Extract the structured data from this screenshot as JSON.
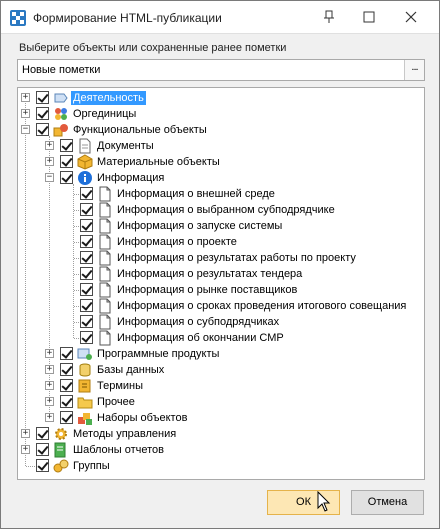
{
  "window": {
    "title": "Формирование HTML-публикации",
    "icons": [
      "app-icon",
      "pin-icon",
      "maximize-icon",
      "close-icon"
    ]
  },
  "prompt": "Выберите объекты или сохраненные ранее пометки",
  "marks_combo": {
    "value": "Новые пометки",
    "button_label": "..."
  },
  "tree": {
    "items": [
      {
        "label": "Деятельность",
        "icon": "activity-icon",
        "level": 0,
        "expander": "+",
        "checked": true,
        "selected": true
      },
      {
        "label": "Оргединицы",
        "icon": "org-units-icon",
        "level": 0,
        "expander": "+",
        "checked": true
      },
      {
        "label": "Функциональные объекты",
        "icon": "functional-objects-icon",
        "level": 0,
        "expander": "−",
        "checked": true
      },
      {
        "label": "Документы",
        "icon": "document-icon",
        "level": 1,
        "expander": "+",
        "checked": true
      },
      {
        "label": "Материальные объекты",
        "icon": "material-object-icon",
        "level": 1,
        "expander": "+",
        "checked": true
      },
      {
        "label": "Информация",
        "icon": "info-icon",
        "level": 1,
        "expander": "−",
        "checked": true
      },
      {
        "label": "Информация о внешней среде",
        "icon": "page-icon",
        "level": 2,
        "checked": true
      },
      {
        "label": "Информация о выбранном субподрядчике",
        "icon": "page-icon",
        "level": 2,
        "checked": true
      },
      {
        "label": "Информация о запуске системы",
        "icon": "page-icon",
        "level": 2,
        "checked": true
      },
      {
        "label": "Информация о проекте",
        "icon": "page-icon",
        "level": 2,
        "checked": true
      },
      {
        "label": "Информация о результатах работы по проекту",
        "icon": "page-icon",
        "level": 2,
        "checked": true
      },
      {
        "label": "Информация о результатах тендера",
        "icon": "page-icon",
        "level": 2,
        "checked": true
      },
      {
        "label": "Информация о рынке поставщиков",
        "icon": "page-icon",
        "level": 2,
        "checked": true
      },
      {
        "label": "Информация о сроках проведения итогового совещания",
        "icon": "page-icon",
        "level": 2,
        "checked": true
      },
      {
        "label": "Информация о субподрядчиках",
        "icon": "page-icon",
        "level": 2,
        "checked": true
      },
      {
        "label": "Информация об окончании СМР",
        "icon": "page-icon",
        "level": 2,
        "checked": true
      },
      {
        "label": "Программные продукты",
        "icon": "software-icon",
        "level": 1,
        "expander": "+",
        "checked": true
      },
      {
        "label": "Базы данных",
        "icon": "database-icon",
        "level": 1,
        "expander": "+",
        "checked": true
      },
      {
        "label": "Термины",
        "icon": "terms-icon",
        "level": 1,
        "expander": "+",
        "checked": true
      },
      {
        "label": "Прочее",
        "icon": "folder-icon",
        "level": 1,
        "expander": "+",
        "checked": true
      },
      {
        "label": "Наборы объектов",
        "icon": "object-sets-icon",
        "level": 1,
        "expander": "+",
        "checked": true
      },
      {
        "label": "Методы управления",
        "icon": "management-methods-icon",
        "level": 0,
        "expander": "+",
        "checked": true
      },
      {
        "label": "Шаблоны отчетов",
        "icon": "report-templates-icon",
        "level": 0,
        "expander": "+",
        "checked": true
      },
      {
        "label": "Группы",
        "icon": "groups-icon",
        "level": 0,
        "checked": true
      }
    ]
  },
  "buttons": {
    "ok": "ОК",
    "cancel": "Отмена"
  },
  "colors": {
    "selection": "#3399ff",
    "ok_button": "#fde7b4",
    "dialog_bg": "#f0f0f0"
  }
}
